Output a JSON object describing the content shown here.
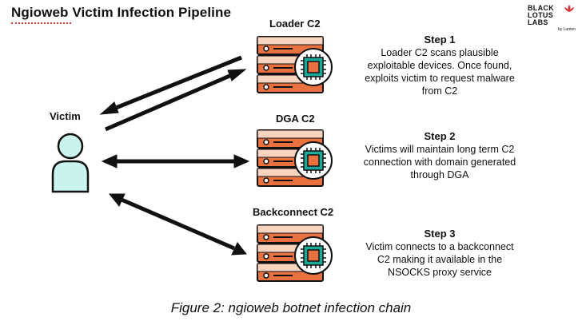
{
  "title": "Ngioweb Victim Infection Pipeline",
  "logo": {
    "line1": "BLACK",
    "line2": "LOTUS LABS",
    "line3": "by Lumen"
  },
  "victim": {
    "label": "Victim"
  },
  "servers": [
    {
      "label": "Loader C2"
    },
    {
      "label": "DGA C2"
    },
    {
      "label": "Backconnect C2"
    }
  ],
  "steps": [
    {
      "title": "Step 1",
      "lines": [
        "Loader C2 scans plausible",
        "exploitable devices. Once found,",
        "exploits victim to request malware",
        "from C2"
      ]
    },
    {
      "title": "Step 2",
      "lines": [
        "Victims will maintain long term C2",
        "connection with domain generated",
        "through DGA"
      ]
    },
    {
      "title": "Step 3",
      "lines": [
        "Victim connects to a backconnect",
        "C2 making it available in the",
        "NSOCKS proxy service"
      ]
    }
  ],
  "caption": "Figure 2: ngioweb botnet infection chain",
  "colors": {
    "server_orange": "#e8713f",
    "server_light": "#f8d3bf",
    "victim_fill": "#c9f3ec",
    "chip_teal": "#1aa89a"
  }
}
